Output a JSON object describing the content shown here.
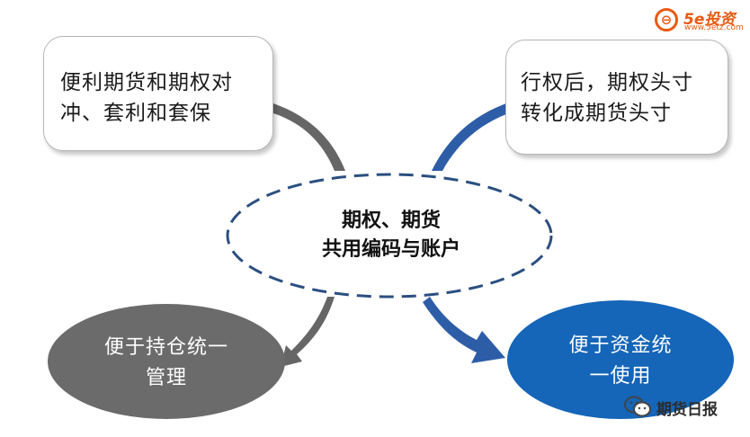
{
  "logo": {
    "name": "5e投资",
    "url": "www.5etz.com",
    "mark": "⊖"
  },
  "top_left_box": {
    "lines": [
      "便利期货和期权对",
      "冲、套利和套保"
    ]
  },
  "top_right_box": {
    "lines": [
      "行权后，期权头寸",
      "转化成期货头寸"
    ]
  },
  "center": {
    "lines": [
      "期权、期货",
      "共用编码与账户"
    ]
  },
  "bottom_left": {
    "lines": [
      "便于持仓统一",
      "管理"
    ]
  },
  "bottom_right": {
    "lines": [
      "便于资金统",
      "一使用"
    ]
  },
  "watermark": {
    "text": "期货日报",
    "icon": "wechat-icon"
  },
  "colors": {
    "dark_gray": "#6b6b6b",
    "arrow_gray": "#666666",
    "dark_blue": "#1565b8",
    "arrow_blue": "#2e5da8",
    "dashed_border": "#2b4f80",
    "logo_orange": "#e85a12"
  }
}
